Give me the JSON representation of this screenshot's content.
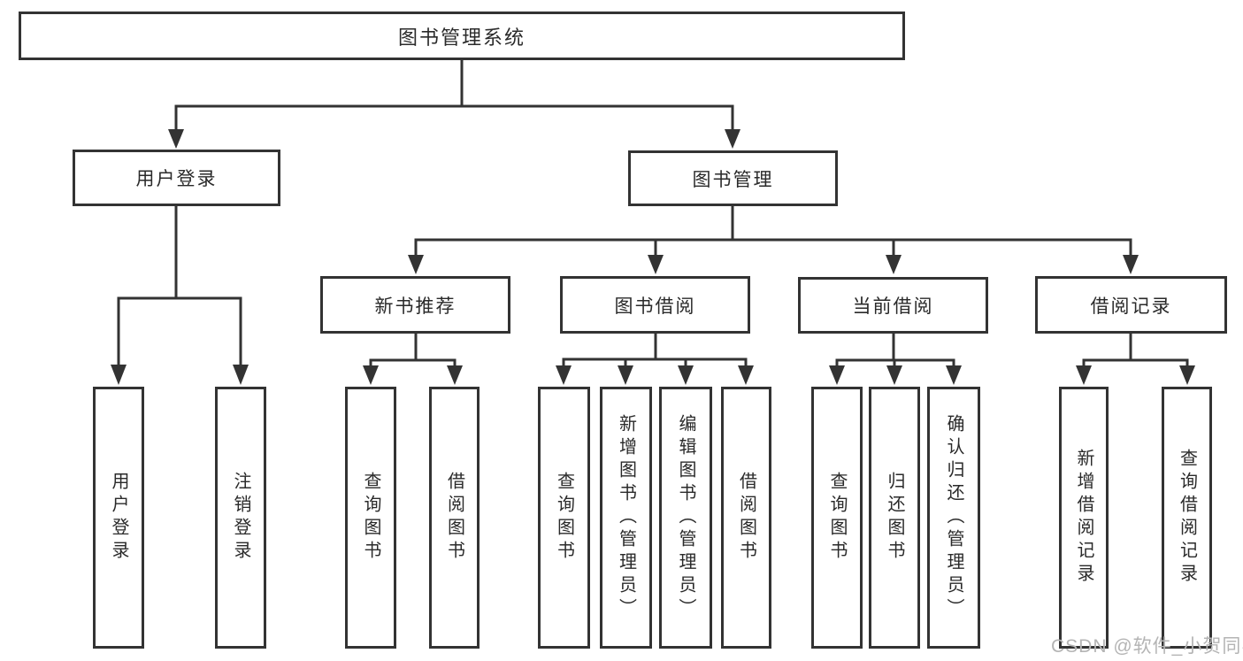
{
  "colors": {
    "line": "#333333",
    "text": "#2a2a2a",
    "background": "#ffffff",
    "watermark": "#b4b4b4"
  },
  "tree": {
    "root": "图书管理系统",
    "level2": {
      "user": "用户登录",
      "books": "图书管理"
    },
    "level3": {
      "recommend": "新书推荐",
      "borrow": "图书借阅",
      "current": "当前借阅",
      "records": "借阅记录"
    },
    "leaves": {
      "user": [
        "用户登录",
        "注销登录"
      ],
      "recommend": [
        "查询图书",
        "借阅图书"
      ],
      "borrow": [
        "查询图书",
        "新增图书（管理员）",
        "编辑图书（管理员）",
        "借阅图书"
      ],
      "current": [
        "查询图书",
        "归还图书",
        "确认归还（管理员）"
      ],
      "records": [
        "新增借阅记录",
        "查询借阅记录"
      ]
    }
  },
  "watermark": "CSDN @软件_小贺同学"
}
